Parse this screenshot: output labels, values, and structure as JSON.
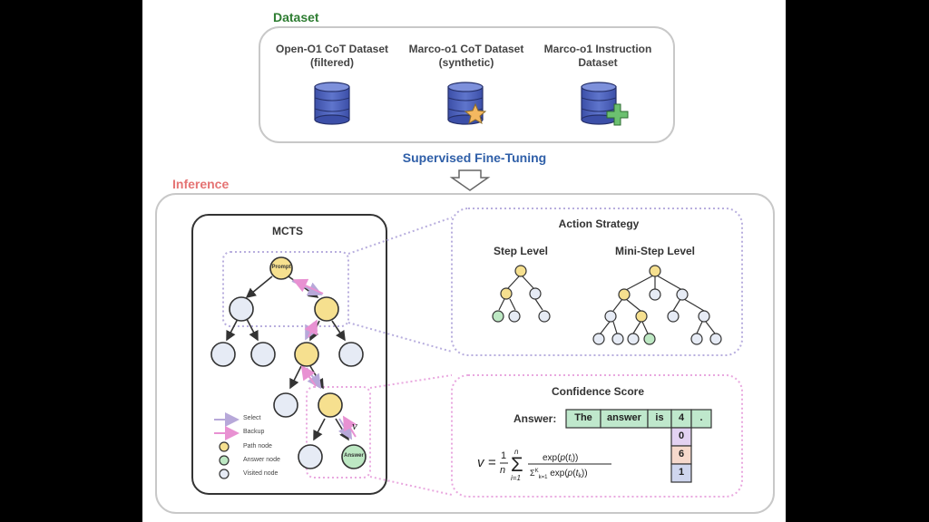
{
  "dataset": {
    "title": "Dataset",
    "items": [
      {
        "line1": "Open-O1 CoT Dataset",
        "line2": "(filtered)",
        "badge": "none"
      },
      {
        "line1": "Marco-o1 CoT Dataset",
        "line2": "(synthetic)",
        "badge": "star-icon"
      },
      {
        "line1": "Marco-o1 Instruction",
        "line2": "Dataset",
        "badge": "plus-icon"
      }
    ]
  },
  "sft_label": "Supervised Fine-Tuning",
  "inference": {
    "title": "Inference",
    "mcts": {
      "title": "MCTS",
      "root_label": "Prompt",
      "answer_label": "Answer",
      "value_symbol": "v",
      "legend": {
        "select": "Select",
        "backup": "Backup",
        "path_node": "Path node",
        "answer_node": "Answer node",
        "visited_node": "Visited node"
      }
    },
    "action_strategy": {
      "title": "Action Strategy",
      "step_level": "Step Level",
      "mini_step_level": "Mini-Step Level"
    },
    "confidence": {
      "title": "Confidence Score",
      "answer_label": "Answer:",
      "tokens": [
        "The",
        "answer",
        "is",
        "4",
        "."
      ],
      "alternatives": [
        "0",
        "6",
        "1"
      ]
    }
  },
  "colors": {
    "dataset_title": "#2e7d32",
    "inference_title": "#e57373",
    "sft_label": "#2f5fa8",
    "path_node": "#f6e08f",
    "answer_node": "#bde8c3",
    "visited_node": "#e6ebf5",
    "select_arrow": "#b7a8d9",
    "backup_arrow": "#e891d2",
    "token_fill": "#bfe8cc",
    "alt_0": "#e3d2f2",
    "alt_6": "#f6d9cc",
    "alt_1": "#cfd6ee"
  }
}
